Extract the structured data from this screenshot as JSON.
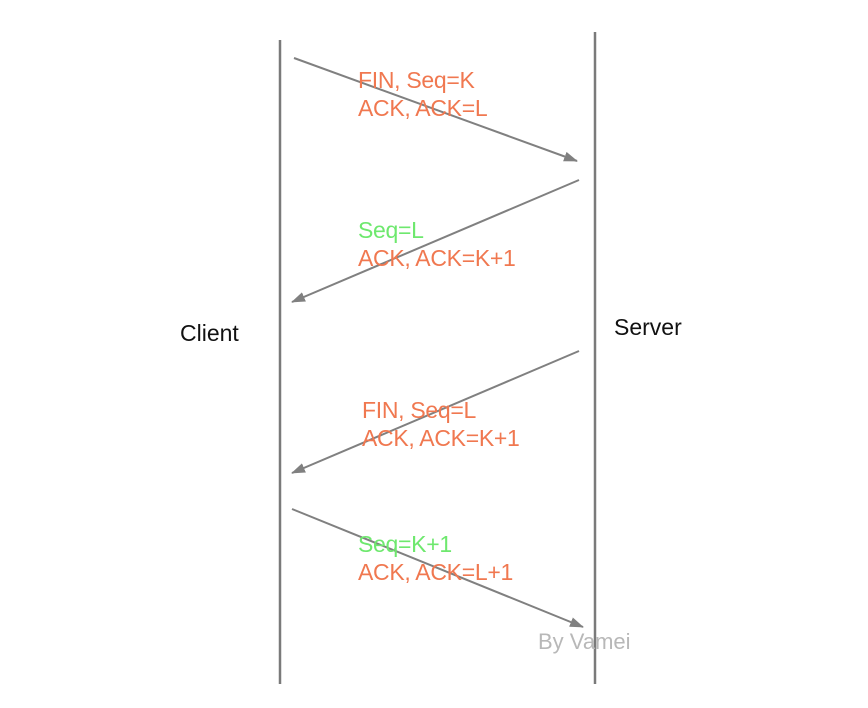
{
  "actors": {
    "client": "Client",
    "server": "Server"
  },
  "messages": [
    {
      "line1": "FIN, Seq=K",
      "line2": "ACK, ACK=L",
      "line1_color": "#f07850",
      "line2_color": "#f07850"
    },
    {
      "line1": "Seq=L",
      "line2": "ACK, ACK=K+1",
      "line1_color": "#6ee86e",
      "line2_color": "#f07850"
    },
    {
      "line1": "FIN, Seq=L",
      "line2": "ACK, ACK=K+1",
      "line1_color": "#f07850",
      "line2_color": "#f07850"
    },
    {
      "line1": "Seq=K+1",
      "line2": "ACK, ACK=L+1",
      "line1_color": "#6ee86e",
      "line2_color": "#f07850"
    }
  ],
  "credit": "By Vamei",
  "colors": {
    "lifeline": "#7a7a7a",
    "arrow": "#808080",
    "credit": "#b8b8b8"
  }
}
